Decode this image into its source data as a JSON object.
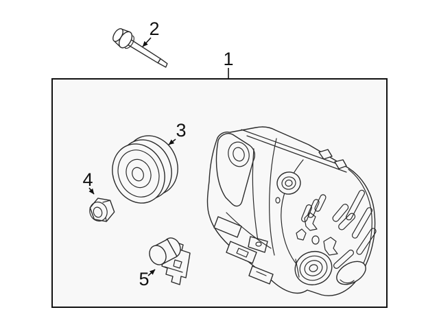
{
  "diagram": {
    "colors": {
      "page_bg": "#ffffff",
      "box_fill": "#f8f8f8",
      "box_border": "#111111",
      "line": "#2a2a2a",
      "label": "#111111"
    },
    "callouts": [
      {
        "label": "1"
      },
      {
        "label": "2"
      },
      {
        "label": "3"
      },
      {
        "label": "4"
      },
      {
        "label": "5"
      }
    ]
  }
}
